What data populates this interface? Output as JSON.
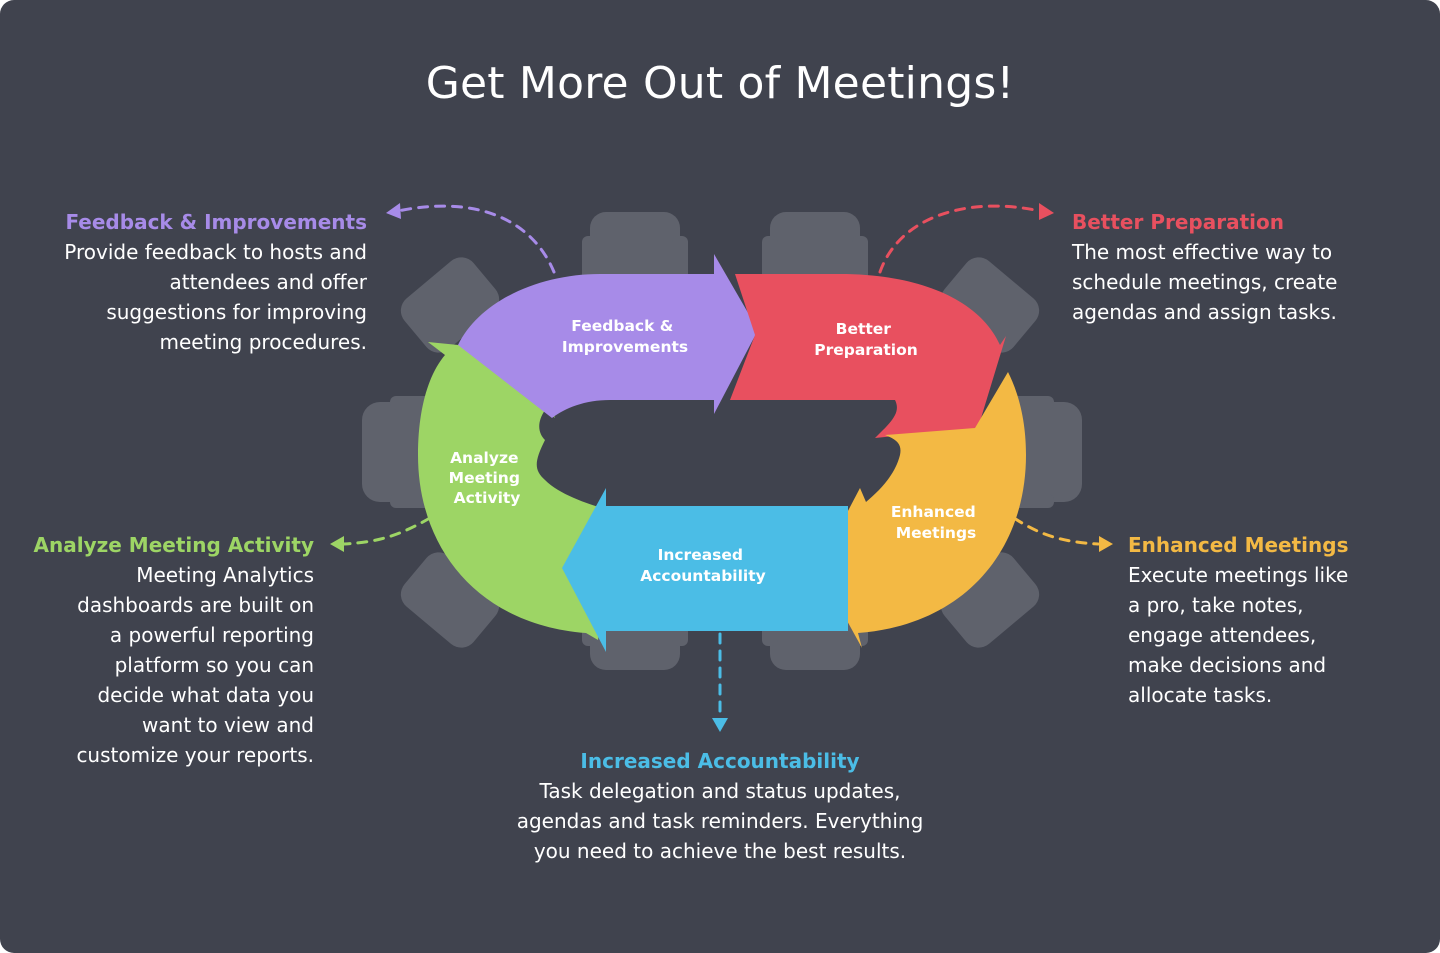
{
  "title": "Get More Out of Meetings!",
  "colors": {
    "background": "#40434e",
    "feedback": "#a78be8",
    "preparation": "#e8505f",
    "enhanced": "#f3b944",
    "accountability": "#4bbde6",
    "analyze": "#9dd565",
    "chairs": "#5f626c"
  },
  "cycle": {
    "feedback": {
      "line1": "Feedback &",
      "line2": "Improvements"
    },
    "preparation": {
      "line1": "Better",
      "line2": "Preparation"
    },
    "enhanced": {
      "line1": "Enhanced",
      "line2": "Meetings"
    },
    "accountability": {
      "line1": "Increased",
      "line2": "Accountability"
    },
    "analyze": {
      "line1": "Analyze",
      "line2": "Meeting",
      "line3": "Activity"
    }
  },
  "blocks": {
    "feedback": {
      "heading": "Feedback & Improvements",
      "text": "Provide feedback to hosts and\nattendees and offer\nsuggestions for improving\nmeeting procedures."
    },
    "preparation": {
      "heading": "Better Preparation",
      "text": "The most effective way to\nschedule meetings, create\nagendas and assign tasks."
    },
    "analyze": {
      "heading": "Analyze Meeting Activity",
      "text": "Meeting Analytics\ndashboards are built on\na powerful reporting\nplatform so you can\ndecide what data you\nwant to view and\ncustomize your reports."
    },
    "enhanced": {
      "heading": "Enhanced Meetings",
      "text": "Execute meetings like\na pro, take notes,\nengage attendees,\nmake decisions and\nallocate tasks."
    },
    "accountability": {
      "heading": "Increased Accountability",
      "text": "Task delegation and status updates,\nagendas and task reminders. Everything\nyou need to achieve the best results."
    }
  }
}
